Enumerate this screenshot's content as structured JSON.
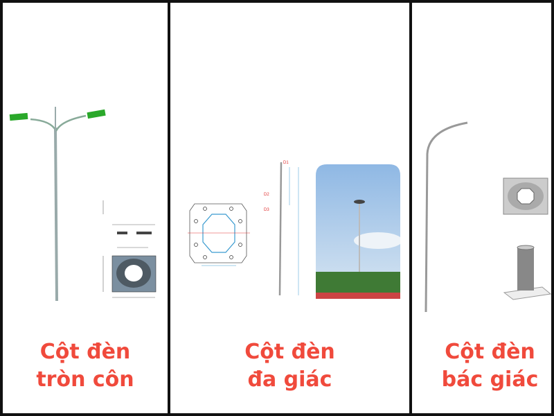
{
  "panels": [
    {
      "caption_line1": "Cột đèn",
      "caption_line2": "tròn côn"
    },
    {
      "caption_line1": "Cột đèn",
      "caption_line2": "đa giác",
      "drawing_labels": {
        "d1": "D1",
        "d2": "D2",
        "d3": "D3"
      }
    },
    {
      "caption_line1": "Cột đèn",
      "caption_line2": "bác giác"
    }
  ],
  "colors": {
    "caption": "#f04a3c",
    "border": "#111111",
    "lamp": "#2aa82a"
  }
}
